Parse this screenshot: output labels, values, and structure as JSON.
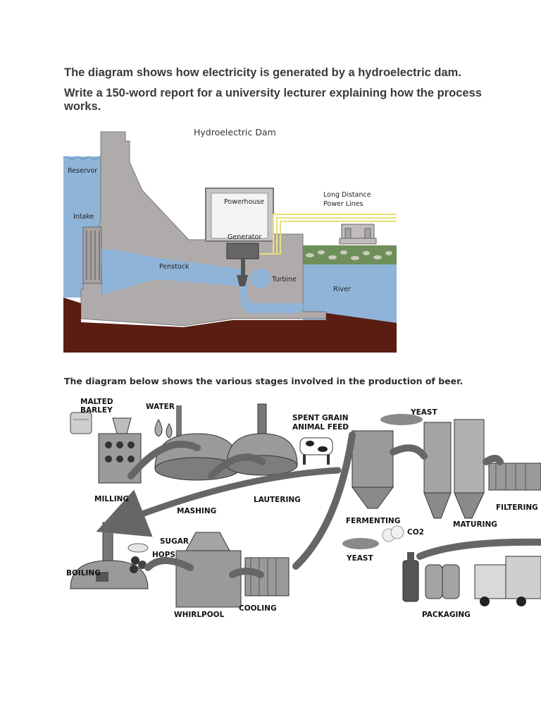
{
  "task1": {
    "prompt_line1": "The diagram shows how electricity is generated by a hydroelectric dam.",
    "prompt_line2": "Write a 150-word report for a university lecturer explaining how the process works."
  },
  "dam_diagram": {
    "title": "Hydroelectric Dam",
    "labels": {
      "reservoir": "Reservor",
      "intake": "Intake",
      "powerhouse": "Powerhouse",
      "generator": "Generator",
      "penstock": "Penstock",
      "turbine": "Turbine",
      "river": "River",
      "power_lines_1": "Long Distance",
      "power_lines_2": "Power Lines"
    },
    "colors": {
      "water": "#8fb4d8",
      "concrete": "#b0abab",
      "ground": "#5a1d12",
      "power_lines": "#e8e07a"
    }
  },
  "task2": {
    "prompt": "The diagram below shows the various stages involved in the production of beer."
  },
  "beer_diagram": {
    "labels": {
      "malted_1": "MALTED",
      "malted_2": "BARLEY",
      "water": "WATER",
      "spent_1": "SPENT GRAIN",
      "spent_2": "ANIMAL FEED",
      "yeast_top": "YEAST",
      "milling": "MILLING",
      "mashing": "MASHING",
      "lautering": "LAUTERING",
      "fermenting": "FERMENTING",
      "co2": "CO2",
      "yeast_bottom": "YEAST",
      "maturing": "MATURING",
      "filtering": "FILTERING",
      "sugar": "SUGAR",
      "hops": "HOPS",
      "boiling": "BOILING",
      "whirlpool": "WHIRLPOOL",
      "cooling": "COOLING",
      "packaging": "PACKAGING"
    }
  }
}
